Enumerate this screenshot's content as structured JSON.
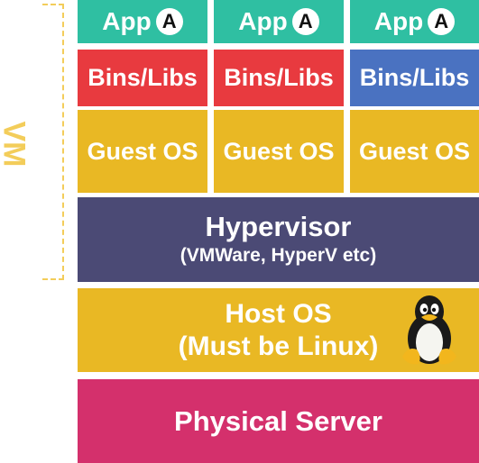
{
  "side_label": "VM",
  "columns": [
    {
      "app": "App",
      "badge": "A",
      "bins": "Bins/Libs",
      "guest": "Guest OS",
      "bins_color": "#e83a3f"
    },
    {
      "app": "App",
      "badge": "A",
      "bins": "Bins/Libs",
      "guest": "Guest OS",
      "bins_color": "#e83a3f"
    },
    {
      "app": "App",
      "badge": "A",
      "bins": "Bins/Libs",
      "guest": "Guest OS",
      "bins_color": "#4a72c1"
    }
  ],
  "hypervisor": {
    "title": "Hypervisor",
    "subtitle": "(VMWare, HyperV etc)"
  },
  "host_os": {
    "line1": "Host OS",
    "line2": "(Must be Linux)",
    "icon": "linux-penguin-icon"
  },
  "physical": {
    "label": "Physical Server"
  },
  "colors": {
    "app": "#2fbfa2",
    "guest": "#e9b824",
    "hypervisor": "#4b4a75",
    "host": "#e9b824",
    "physical": "#d4306c",
    "vm_bracket": "#f3cd5a"
  }
}
